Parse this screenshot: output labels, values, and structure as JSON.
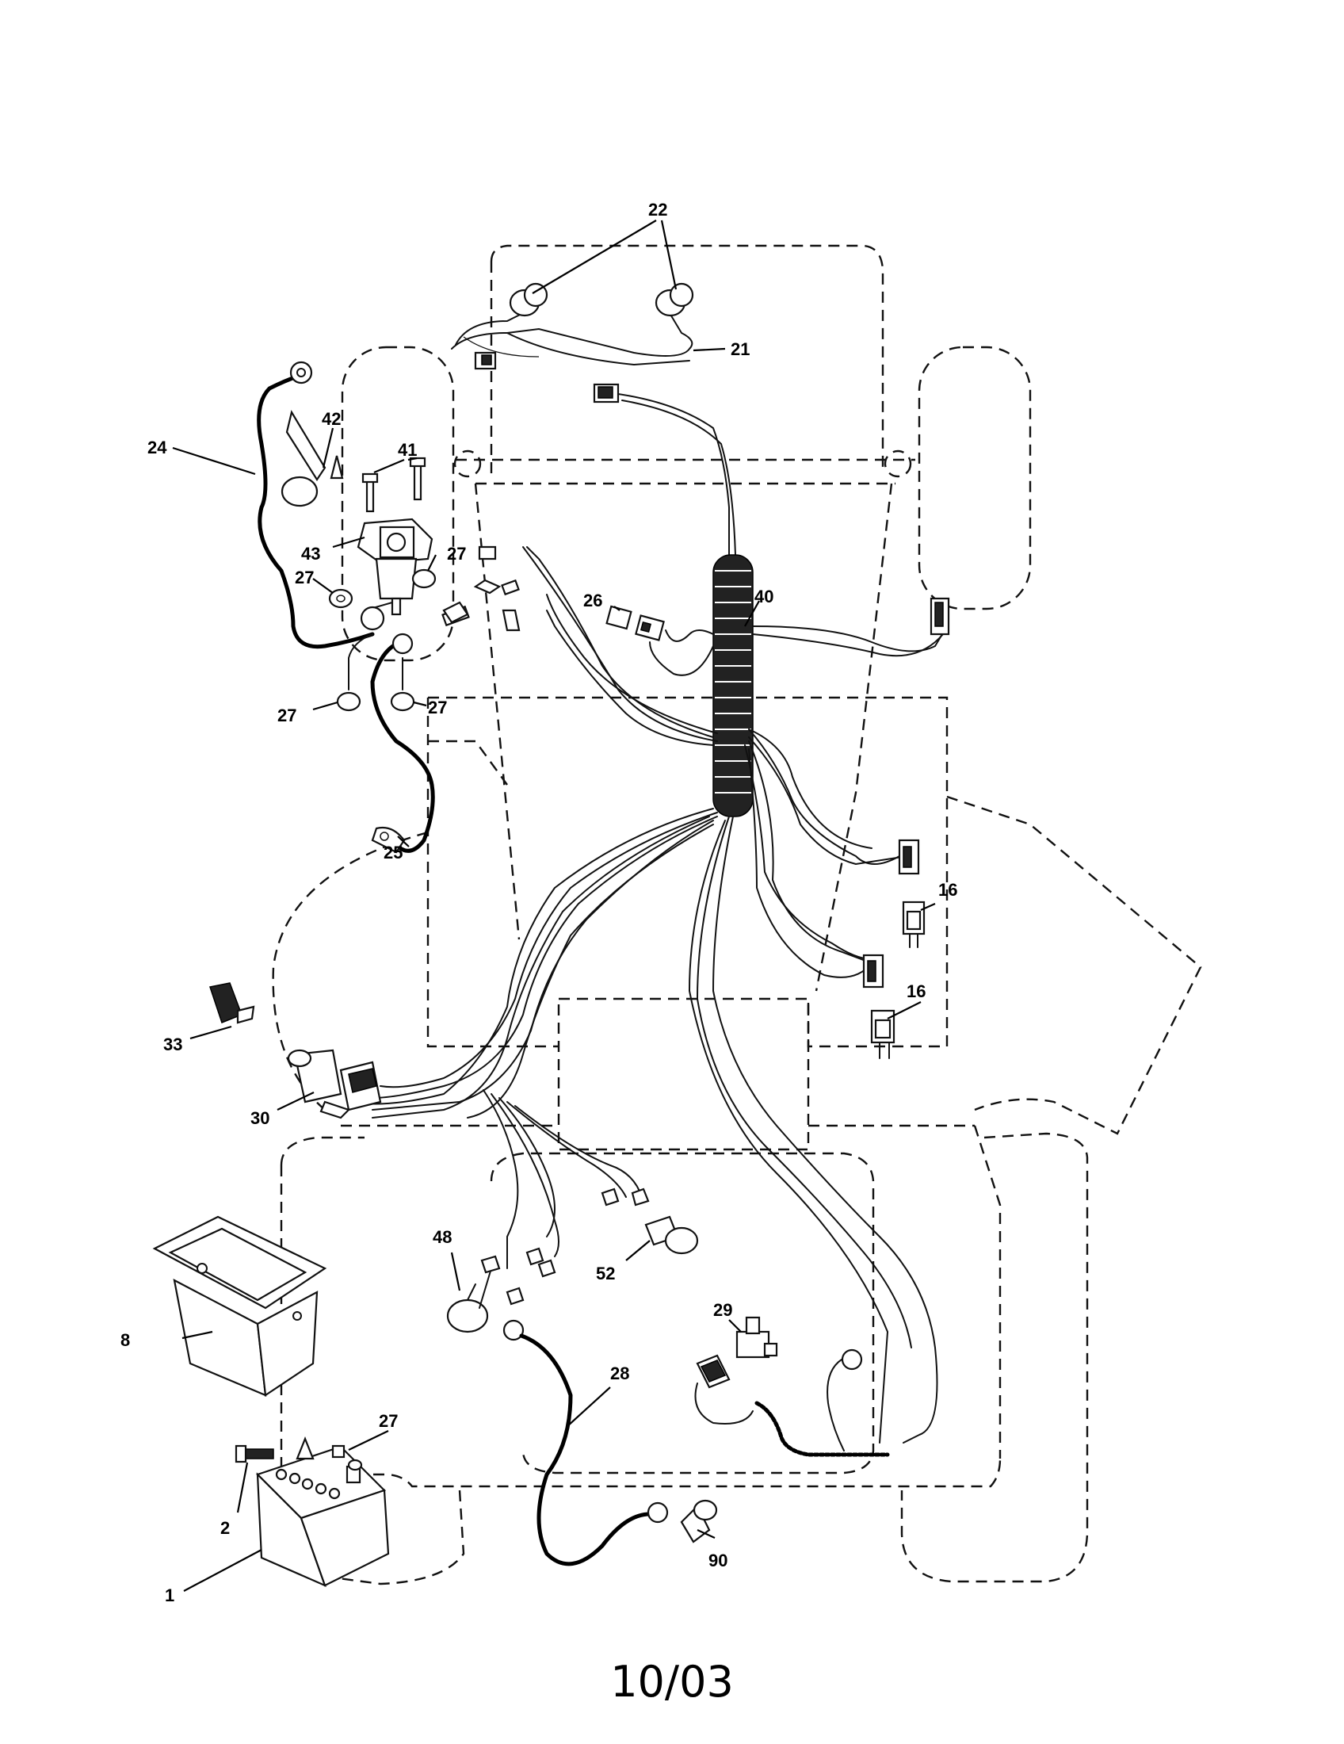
{
  "callouts": {
    "c1": "1",
    "c2": "2",
    "c8": "8",
    "c16a": "16",
    "c16b": "16",
    "c21": "21",
    "c22": "22",
    "c24": "24",
    "c25": "25",
    "c26": "26",
    "c27a": "27",
    "c27b": "27",
    "c27c": "27",
    "c27d": "27",
    "c27e": "27",
    "c28": "28",
    "c29": "29",
    "c30": "30",
    "c33": "33",
    "c40": "40",
    "c41": "41",
    "c42": "42",
    "c43": "43",
    "c48": "48",
    "c52": "52",
    "c90": "90"
  },
  "footer": {
    "date_code": "10/03"
  }
}
